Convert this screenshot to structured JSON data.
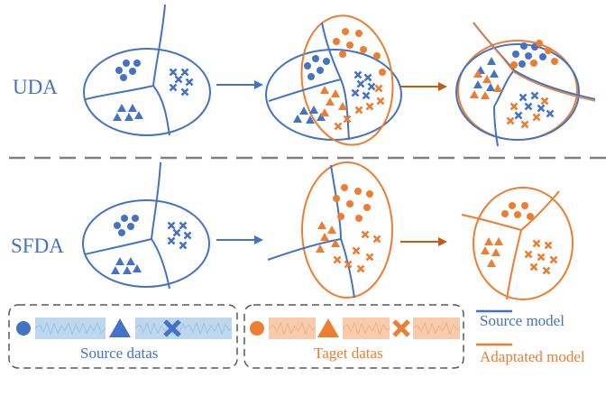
{
  "rows": {
    "uda_label": "UDA",
    "sfda_label": "SFDA"
  },
  "legend": {
    "source_model_label": "Source model",
    "adapted_model_label": "Adaptated model"
  },
  "boxes": {
    "source_label": "Source datas",
    "target_label": "Taget datas"
  },
  "colors": {
    "source": "#4472C4",
    "target": "#ED7D31",
    "divider": "#808080"
  }
}
